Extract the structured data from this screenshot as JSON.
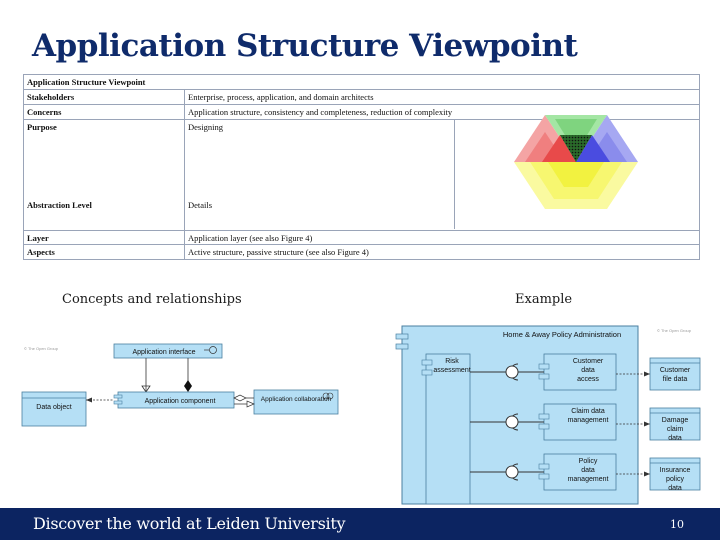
{
  "slide": {
    "title": "Application Structure Viewpoint",
    "concepts_label": "Concepts and relationships",
    "example_label": "Example"
  },
  "viewpoint_table": {
    "header": "Application Structure Viewpoint",
    "rows": [
      {
        "key": "Stakeholders",
        "value": "Enterprise, process, application, and domain architects"
      },
      {
        "key": "Concerns",
        "value": "Application structure, consistency and completeness, reduction of complexity"
      },
      {
        "key": "Purpose",
        "value": "Designing"
      },
      {
        "key": "Abstraction Level",
        "value": "Details"
      },
      {
        "key": "Layer",
        "value": "Application layer (see also Figure 4)"
      },
      {
        "key": "Aspects",
        "value": "Active structure, passive structure (see also Figure 4)"
      }
    ]
  },
  "concepts_diagram": {
    "copyright": "© The Open Group",
    "application_interface": "Application interface",
    "application_component": "Application component",
    "application_collaboration": "Application collaboration",
    "data_object": "Data object"
  },
  "example_diagram": {
    "copyright": "© The Open Group",
    "main_component": "Home & Away Policy Administration",
    "risk_assessment": "Risk assessment",
    "components": [
      "Customer data access",
      "Claim data management",
      "Policy data management"
    ],
    "data_objects": [
      "Customer file data",
      "Damage claim data",
      "Insurance policy data"
    ]
  },
  "footer": {
    "text": "Discover the world at Leiden University",
    "page": "10"
  },
  "colors": {
    "title": "#0f2b6b",
    "footer_bg": "#0c2461",
    "app_blue": "#b5dff5",
    "app_border": "#4a7fa0"
  }
}
